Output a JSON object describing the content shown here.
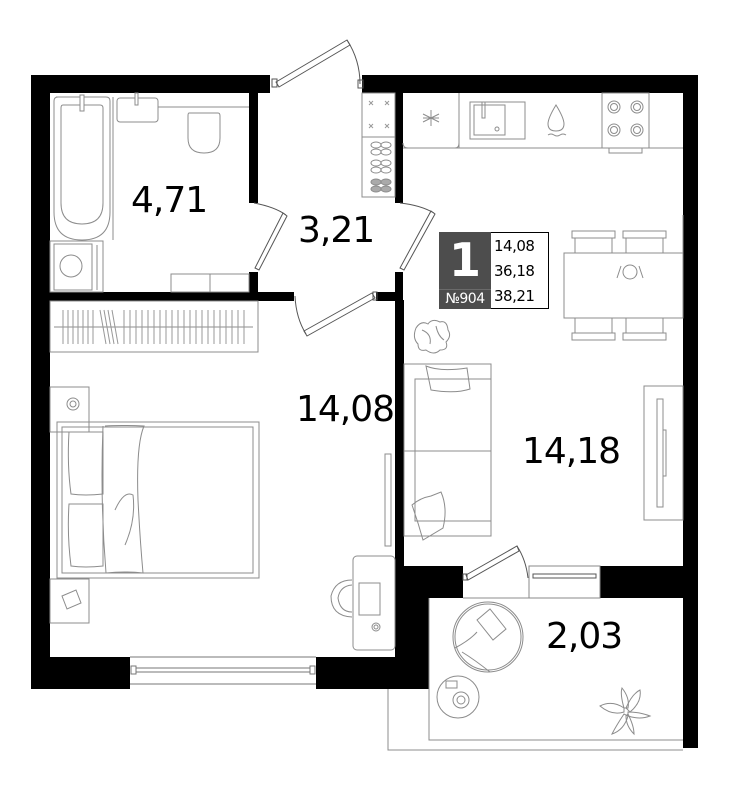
{
  "apartment": {
    "rooms_count": "1",
    "number": "№904",
    "areas": {
      "living": "14,08",
      "total_living": "36,18",
      "total": "38,21"
    }
  },
  "rooms": [
    {
      "id": "bathroom",
      "area": "4,71"
    },
    {
      "id": "hallway",
      "area": "3,21"
    },
    {
      "id": "bedroom",
      "area": "14,08"
    },
    {
      "id": "kitchen-living",
      "area": "14,18"
    },
    {
      "id": "balcony",
      "area": "2,03"
    }
  ],
  "colors": {
    "wall": "#000000",
    "furniture_line": "#8c8c8c",
    "badge_bg": "#4d4d4d",
    "background": "#ffffff"
  }
}
